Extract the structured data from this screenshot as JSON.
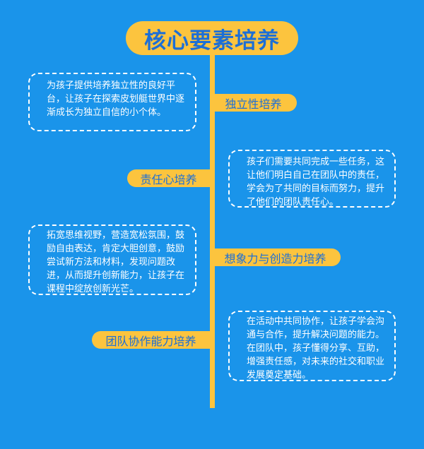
{
  "title": "核心要素培养",
  "sections": [
    {
      "label": "独立性培养",
      "text": "为孩子提供培养独立性的良好平台，让孩子在探索皮划艇世界中逐渐成长为独立自信的小个体。"
    },
    {
      "label": "责任心培养",
      "text": "孩子们需要共同完成一些任务，这让他们明白自己在团队中的责任，学会为了共同的目标而努力，提升了他们的团队责任心。"
    },
    {
      "label": "想象力与创造力培养",
      "text": "拓宽思维视野，营造宽松氛围，鼓励自由表达，肯定大胆创意，鼓励尝试新方法和材料，发现问题改进，从而提升创新能力，让孩子在课程中绽放创新光芒。"
    },
    {
      "label": "团队协作能力培养",
      "text": "在活动中共同协作，让孩子学会沟通与合作，提升解决问题的能力。在团队中，孩子懂得分享、互助，增强责任感，对未来的社交和职业发展奠定基础。"
    }
  ],
  "colors": {
    "background": "#1a94ea",
    "accent": "#fcc43e",
    "label_text": "#1d6fd6"
  }
}
